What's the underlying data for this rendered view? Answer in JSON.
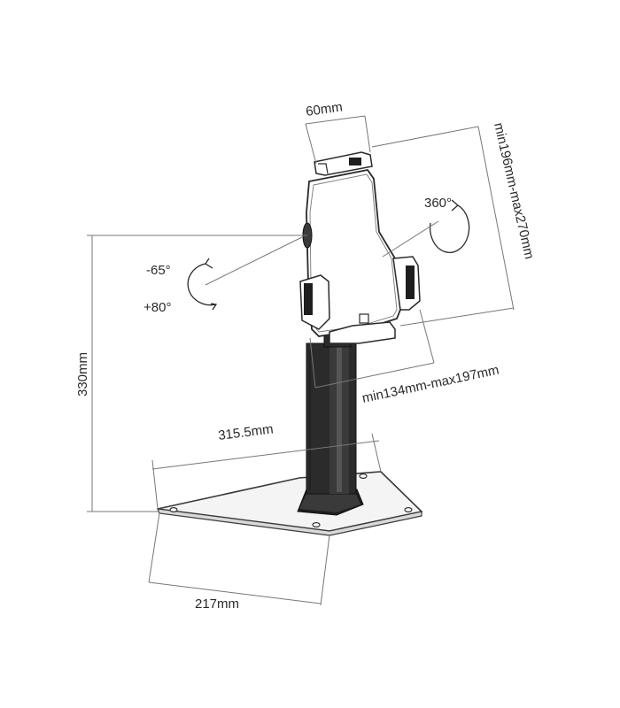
{
  "diagram": {
    "dimensions": {
      "tablet_holder_width": "60mm",
      "tablet_height_range": "min196mm-max270mm",
      "tablet_width_range": "min134mm-max197mm",
      "total_height": "330mm",
      "base_length": "315.5mm",
      "base_width": "217mm"
    },
    "rotation": {
      "rotate": "360°",
      "tilt_up": "-65°",
      "tilt_down": "+80°"
    }
  },
  "colors": {
    "line": "#555555",
    "dimension_line": "#777777",
    "stand_body": "#2b2b2b",
    "base_plate": "#f4f4f4"
  }
}
